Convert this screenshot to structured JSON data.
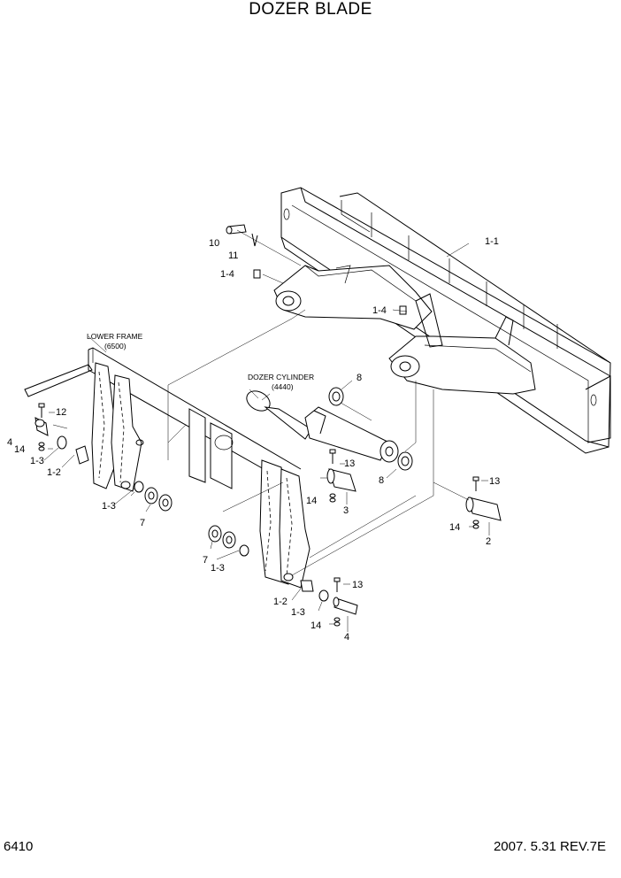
{
  "header": {
    "title": "DOZER BLADE"
  },
  "footer": {
    "code": "6410",
    "revision": "2007. 5.31  REV.7E"
  },
  "callouts": {
    "lower_frame": "LOWER FRAME",
    "lower_frame_ref": "(6500)",
    "dozer_cylinder": "DOZER CYLINDER",
    "dozer_cylinder_ref": "(4440)"
  },
  "parts": {
    "p1_1": "1-1",
    "p1_2": "1-2",
    "p1_3": "1-3",
    "p1_4": "1-4",
    "p2": "2",
    "p3": "3",
    "p4": "4",
    "p7": "7",
    "p8": "8",
    "p10": "10",
    "p11": "11",
    "p12": "12",
    "p13": "13",
    "p14": "14"
  }
}
